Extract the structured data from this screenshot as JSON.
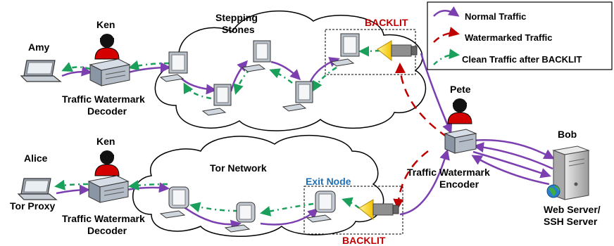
{
  "legend": {
    "normal": "Normal Traffic",
    "watermarked": "Watermarked Traffic",
    "clean": "Clean Traffic after BACKLIT"
  },
  "labels": {
    "amy": "Amy",
    "ken_top": "Ken",
    "decoder_top_1": "Traffic Watermark",
    "decoder_top_2": "Decoder",
    "stepping_1": "Stepping",
    "stepping_2": "Stones",
    "backlit_top": "BACKLIT",
    "pete": "Pete",
    "encoder_1": "Traffic Watermark",
    "encoder_2": "Encoder",
    "bob": "Bob",
    "server_1": "Web Server/",
    "server_2": "SSH Server",
    "alice": "Alice",
    "tor_proxy": "Tor Proxy",
    "ken_bottom": "Ken",
    "decoder_bottom_1": "Traffic Watermark",
    "decoder_bottom_2": "Decoder",
    "tor_network": "Tor Network",
    "exit_node": "Exit Node",
    "backlit_bottom": "BACKLIT"
  },
  "colors": {
    "normal": "#7b3fb0",
    "watermarked": "#c00000",
    "clean": "#1aa05a",
    "backlit": "#c00000",
    "exit_node": "#1f6fb5"
  }
}
